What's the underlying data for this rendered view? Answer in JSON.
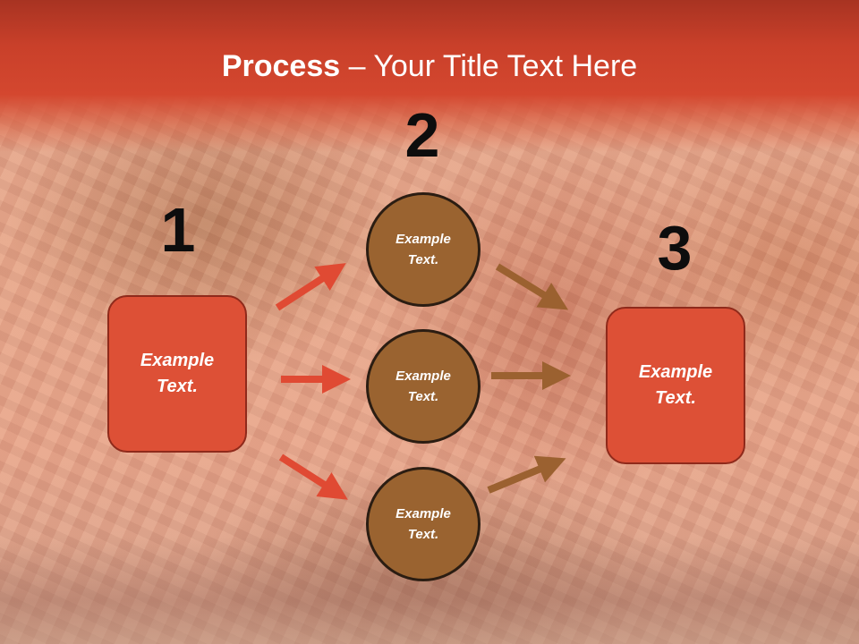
{
  "title": {
    "bold": "Process",
    "rest": " – Your Title Text Here"
  },
  "steps": {
    "step1": {
      "number": "1",
      "label_line1": "Example",
      "label_line2": "Text."
    },
    "step2": {
      "number": "2"
    },
    "step3": {
      "number": "3",
      "label_line1": "Example",
      "label_line2": "Text."
    }
  },
  "circles": [
    {
      "label_line1": "Example",
      "label_line2": "Text."
    },
    {
      "label_line1": "Example",
      "label_line2": "Text."
    },
    {
      "label_line1": "Example",
      "label_line2": "Text."
    }
  ],
  "colors": {
    "box_fill": "#dd5036",
    "circle_fill": "#9a6330",
    "left_arrow": "#e04a33",
    "right_arrow": "#9b6130"
  }
}
